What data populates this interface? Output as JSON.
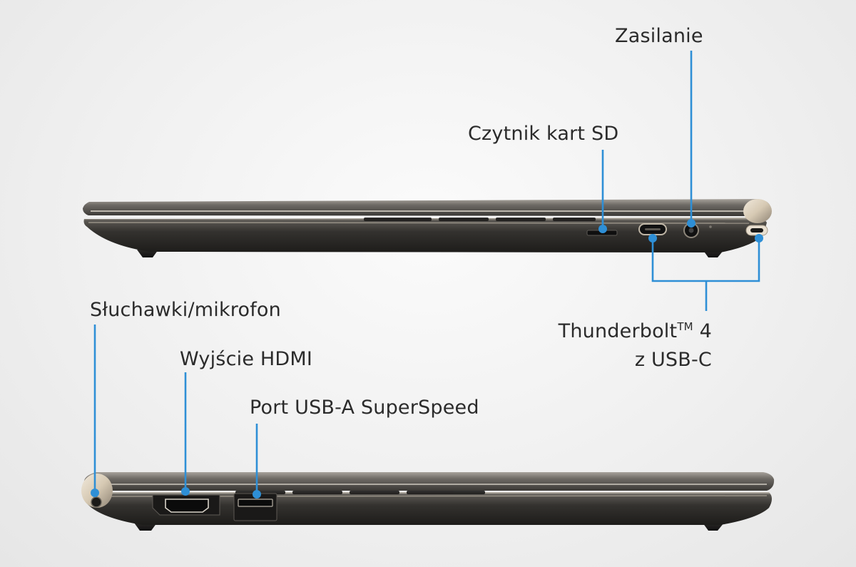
{
  "labels": {
    "power": "Zasilanie",
    "sd_card": "Czytnik kart SD",
    "thunderbolt_line1": "Thunderbolt",
    "thunderbolt_tm": "TM",
    "thunderbolt_number": " 4",
    "thunderbolt_line2": "z USB-C",
    "headphones": "Słuchawki/mikrofon",
    "hdmi": "Wyjście HDMI",
    "usb_a": "Port USB-A SuperSpeed"
  },
  "colors": {
    "callout": "#2e8fd6",
    "chassis_dark": "#2d2b29",
    "chassis_edge": "#8a8580",
    "hinge_gold": "#d9cdb8",
    "text": "#2b2b2b"
  }
}
